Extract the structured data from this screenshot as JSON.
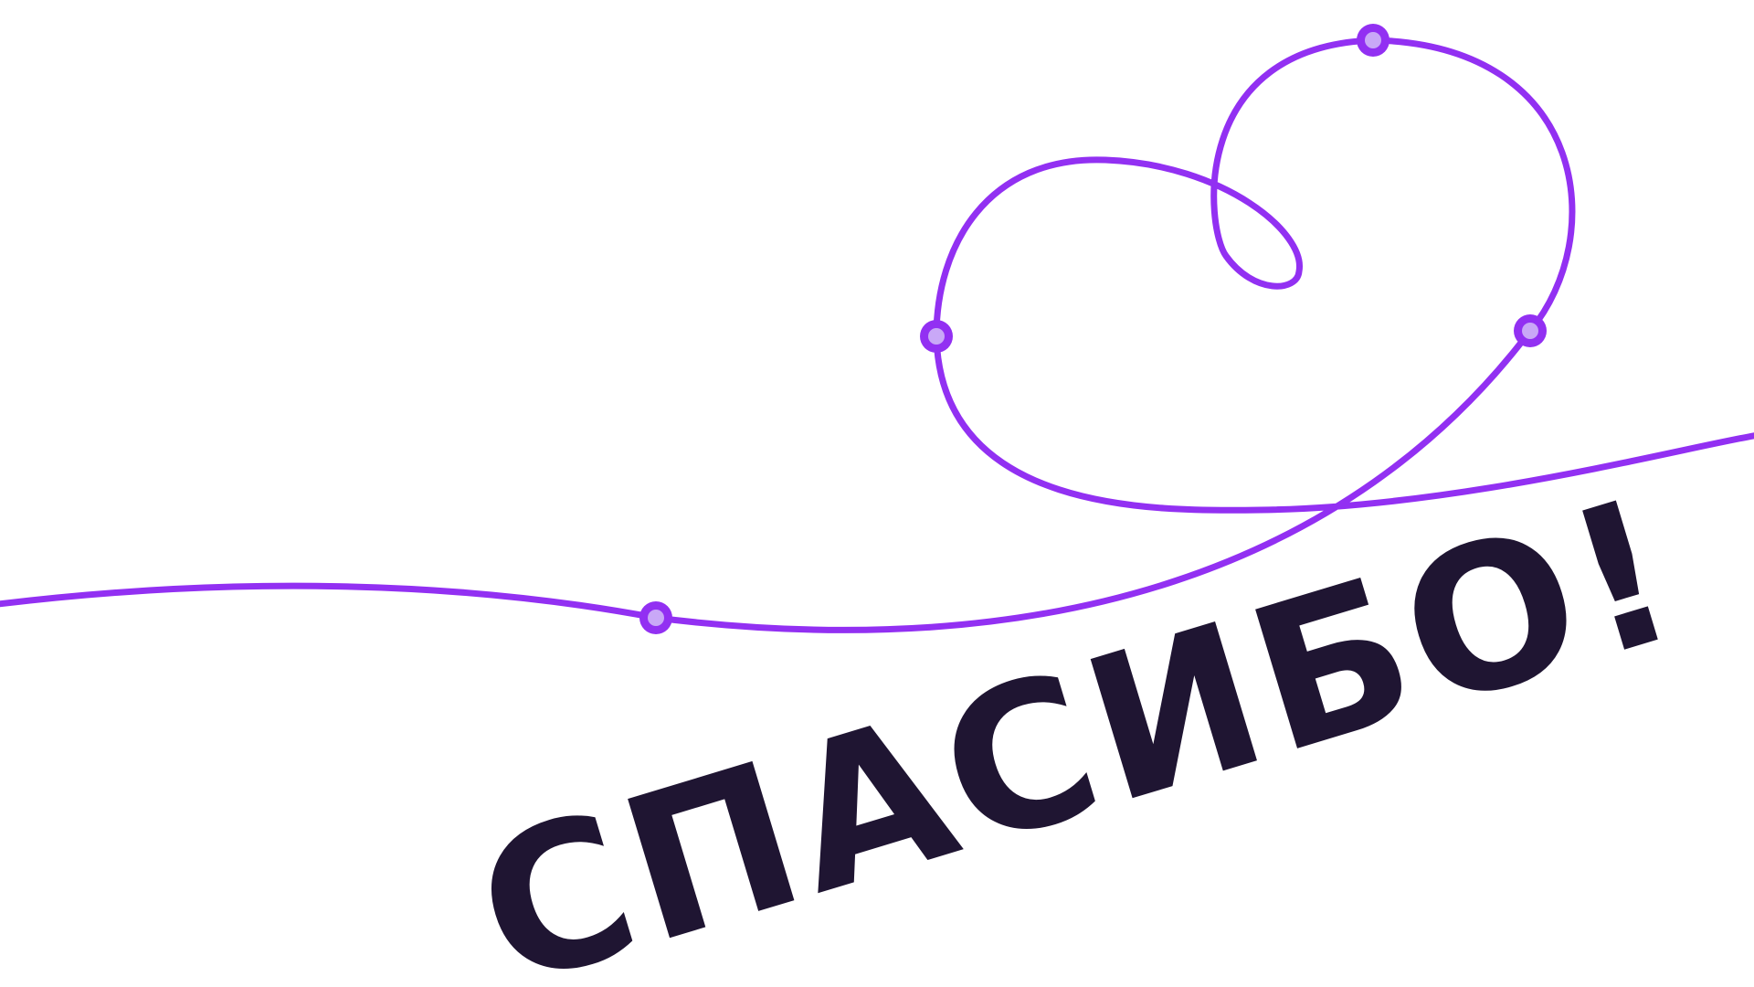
{
  "slide": {
    "text": "СПАСИБО!"
  },
  "colors": {
    "background": "#ffffff",
    "line": "#9230f2",
    "node_fill": "#c9a8f7",
    "text": "#1f1532"
  },
  "nodes": [
    {
      "name": "path-node-1"
    },
    {
      "name": "path-node-2"
    },
    {
      "name": "path-node-3"
    },
    {
      "name": "path-node-4"
    }
  ]
}
